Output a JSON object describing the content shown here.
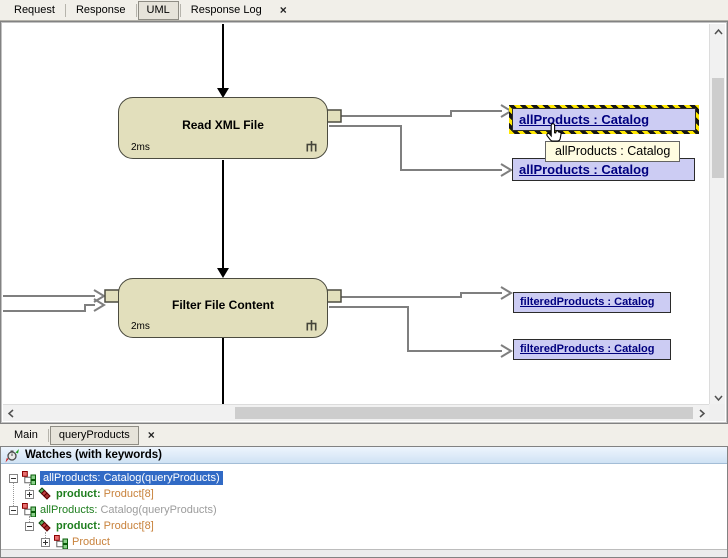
{
  "top_tabs": {
    "items": [
      {
        "label": "Request",
        "selected": false
      },
      {
        "label": "Response",
        "selected": false
      },
      {
        "label": "UML",
        "selected": true
      },
      {
        "label": "Response Log",
        "selected": false
      }
    ],
    "close_label": "×"
  },
  "diagram": {
    "nodes": [
      {
        "title": "Read XML File",
        "duration": "2ms"
      },
      {
        "title": "Filter File Content",
        "duration": "2ms"
      }
    ],
    "output_labels": [
      {
        "text": "allProducts : Catalog",
        "selected": true
      },
      {
        "text": "allProducts : Catalog",
        "selected": false
      },
      {
        "text": "filteredProducts : Catalog",
        "selected": false
      },
      {
        "text": "filteredProducts : Catalog",
        "selected": false
      }
    ],
    "tooltip_text": "allProducts : Catalog",
    "colors": {
      "node_fill": "#e2dfbc",
      "label_fill": "#ccccf3",
      "label_text": "#00007f",
      "tooltip_fill": "#fffce1",
      "selection_ant_yellow": "#ffe800",
      "connector_gray": "#7f7f7f"
    }
  },
  "bottom_tabs": {
    "items": [
      {
        "label": "Main",
        "selected": false
      },
      {
        "label": "queryProducts",
        "selected": true
      }
    ],
    "close_label": "×"
  },
  "watches": {
    "title": "Watches (with keywords)",
    "rows": [
      {
        "name": "allProducts:",
        "value": "Catalog(queryProducts)",
        "selected": true,
        "expander": "minus",
        "icon": "catalog-icon",
        "depth": 0
      },
      {
        "name": "product:",
        "value": "Product[8]",
        "selected": false,
        "expander": "plus",
        "icon": "product-stack-icon",
        "depth": 1
      },
      {
        "name": "allProducts:",
        "value": "Catalog(queryProducts)",
        "selected": false,
        "muted": true,
        "expander": "minus",
        "icon": "catalog-icon",
        "depth": 0
      },
      {
        "name": "product:",
        "value": "Product[8]",
        "selected": false,
        "expander": "minus",
        "icon": "product-stack-icon",
        "depth": 1
      },
      {
        "name": "",
        "value": "Product",
        "selected": false,
        "expander": "plus",
        "icon": "catalog-icon",
        "depth": 2
      }
    ],
    "colors": {
      "name_green": "#1e7e1e",
      "value_orange": "#c8823c",
      "muted_gray": "#9c9c9c",
      "selection_blue": "#316ac5"
    }
  },
  "icons": [
    "watches-icon",
    "catalog-icon",
    "product-stack-icon",
    "timing-comb-icon",
    "hand-cursor-icon",
    "close-icon",
    "expander-plus-icon",
    "expander-minus-icon",
    "scroll-left-icon",
    "scroll-right-icon",
    "scroll-up-icon",
    "scroll-down-icon"
  ]
}
